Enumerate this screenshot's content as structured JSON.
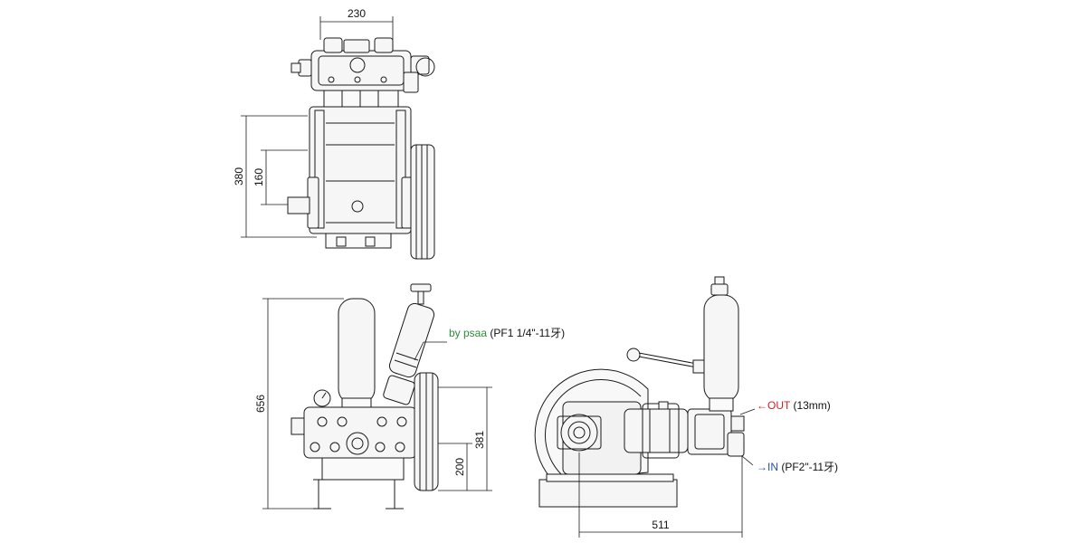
{
  "drawing": {
    "top_view": {
      "width_dim": "230",
      "height_dim": "380",
      "shaft_dim": "160"
    },
    "front_view": {
      "height_dim": "656",
      "pulley_dim": "381",
      "base_dim": "200",
      "callout": {
        "prefix": "by psaa",
        "suffix": " (PF1 1/4\"-11牙)"
      }
    },
    "side_view": {
      "length_dim": "511",
      "out_callout": {
        "prefix": "←OUT",
        "suffix": " (13mm)"
      },
      "in_callout": {
        "prefix": "→IN",
        "suffix": " (PF2\"-11牙)"
      }
    }
  },
  "colors": {
    "line": "#1a1a1a",
    "body_fill": "#f4f4f4",
    "green_label": "#2e8b3e",
    "red_label": "#d42020",
    "blue_label": "#2a4fa8"
  }
}
